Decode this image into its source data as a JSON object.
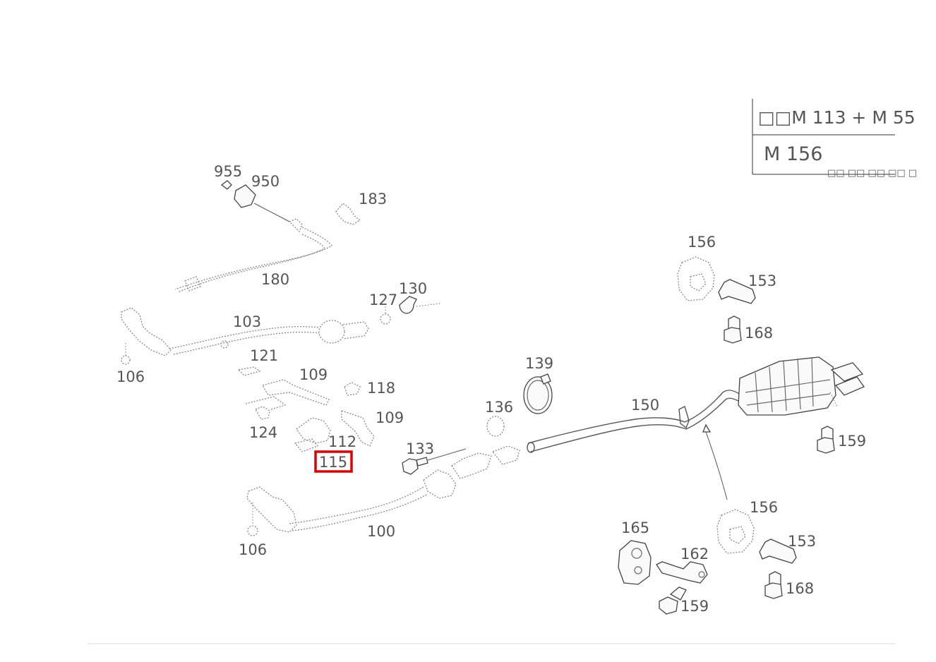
{
  "engine_box": {
    "line1": "□□M 113 + M 55",
    "line2": "M 156",
    "footnote": "□□ □□ □□ □□ □"
  },
  "callouts": [
    {
      "id": "c955",
      "label": "955"
    },
    {
      "id": "c950",
      "label": "950"
    },
    {
      "id": "c183",
      "label": "183"
    },
    {
      "id": "c180",
      "label": "180"
    },
    {
      "id": "c130",
      "label": "130"
    },
    {
      "id": "c127",
      "label": "127"
    },
    {
      "id": "c103",
      "label": "103"
    },
    {
      "id": "c106a",
      "label": "106"
    },
    {
      "id": "c121",
      "label": "121"
    },
    {
      "id": "c109a",
      "label": "109"
    },
    {
      "id": "c118",
      "label": "118"
    },
    {
      "id": "c109b",
      "label": "109"
    },
    {
      "id": "c124",
      "label": "124"
    },
    {
      "id": "c112",
      "label": "112"
    },
    {
      "id": "c115",
      "label": "115",
      "selected": true
    },
    {
      "id": "c133",
      "label": "133"
    },
    {
      "id": "c139",
      "label": "139"
    },
    {
      "id": "c136",
      "label": "136"
    },
    {
      "id": "c150",
      "label": "150"
    },
    {
      "id": "c100",
      "label": "100"
    },
    {
      "id": "c106b",
      "label": "106"
    },
    {
      "id": "c156a",
      "label": "156"
    },
    {
      "id": "c153a",
      "label": "153"
    },
    {
      "id": "c168a",
      "label": "168"
    },
    {
      "id": "c159a",
      "label": "159"
    },
    {
      "id": "c156b",
      "label": "156"
    },
    {
      "id": "c153b",
      "label": "153"
    },
    {
      "id": "c165",
      "label": "165"
    },
    {
      "id": "c162",
      "label": "162"
    },
    {
      "id": "c168b",
      "label": "168"
    },
    {
      "id": "c159b",
      "label": "159"
    }
  ],
  "colors": {
    "selection": "#e10000",
    "line": "#555555"
  }
}
